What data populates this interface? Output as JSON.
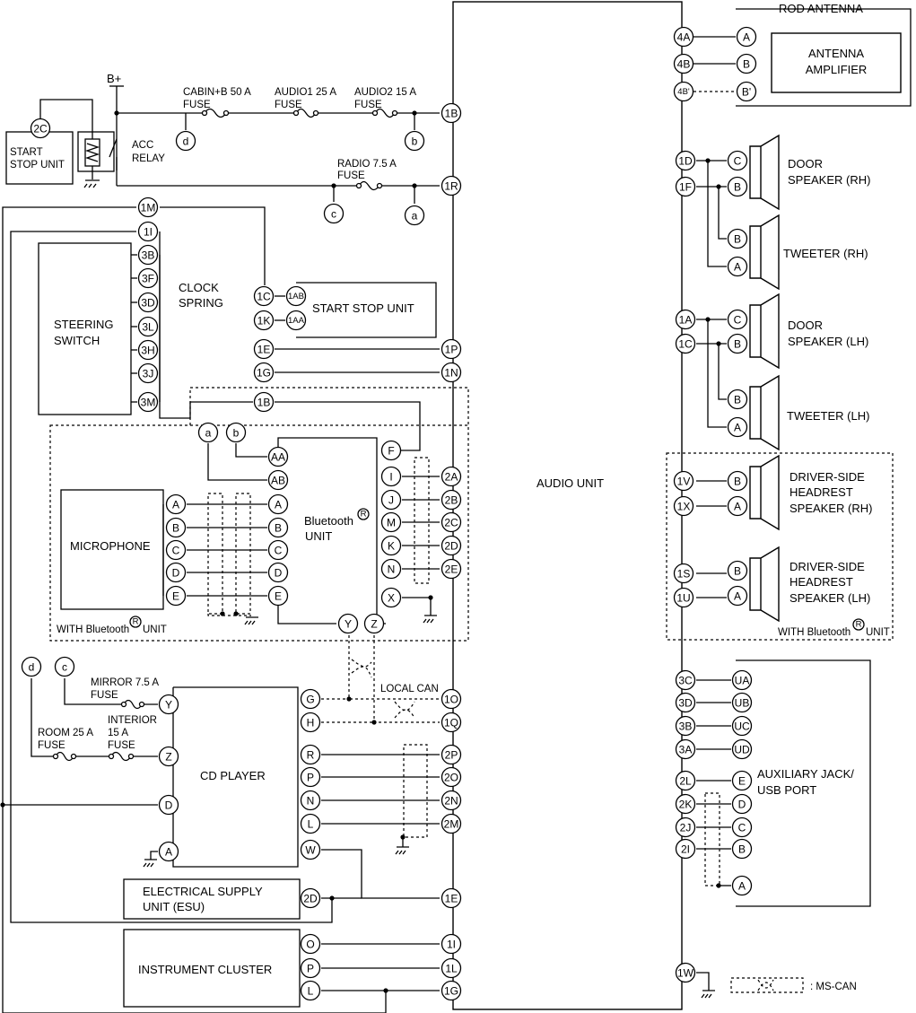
{
  "power": {
    "bplus": "B+"
  },
  "components": {
    "audio_unit": "AUDIO UNIT",
    "rod_antenna": "ROD ANTENNA",
    "antenna_amp": [
      "ANTENNA",
      "AMPLIFIER"
    ],
    "start_stop_left": [
      "START",
      "STOP UNIT"
    ],
    "acc_relay": [
      "ACC",
      "RELAY"
    ],
    "clock_spring": [
      "CLOCK",
      "SPRING"
    ],
    "steering_switch": [
      "STEERING",
      "SWITCH"
    ],
    "start_stop_unit": "START STOP UNIT",
    "microphone": "MICROPHONE",
    "bluetooth_unit": [
      "Bluetooth",
      "UNIT"
    ],
    "registered": "R",
    "with_bt_left": "WITH Bluetooth",
    "with_bt_left_tail": "UNIT",
    "with_bt_right": "WITH Bluetooth",
    "with_bt_right_tail": "UNIT",
    "door_speaker_rh": [
      "DOOR",
      "SPEAKER (RH)"
    ],
    "tweeter_rh": "TWEETER (RH)",
    "door_speaker_lh": [
      "DOOR",
      "SPEAKER (LH)"
    ],
    "tweeter_lh": "TWEETER (LH)",
    "headrest_rh": [
      "DRIVER-SIDE",
      "HEADREST",
      "SPEAKER (RH)"
    ],
    "headrest_lh": [
      "DRIVER-SIDE",
      "HEADREST",
      "SPEAKER (LH)"
    ],
    "aux_jack": [
      "AUXILIARY JACK/",
      "USB PORT"
    ],
    "cd_player": "CD PLAYER",
    "esu": [
      "ELECTRICAL SUPPLY",
      "UNIT (ESU)"
    ],
    "instrument_cluster": "INSTRUMENT CLUSTER",
    "local_can": "LOCAL CAN",
    "ms_can_legend": ": MS-CAN"
  },
  "fuses": {
    "cabin": [
      "CABIN+B 50 A",
      "FUSE"
    ],
    "audio1": [
      "AUDIO1 25 A",
      "FUSE"
    ],
    "audio2": [
      "AUDIO2 15 A",
      "FUSE"
    ],
    "radio": [
      "RADIO 7.5 A",
      "FUSE"
    ],
    "mirror": [
      "MIRROR 7.5 A",
      "FUSE"
    ],
    "interior": [
      "INTERIOR",
      "15 A",
      "FUSE"
    ],
    "room": [
      "ROOM 25 A",
      "FUSE"
    ]
  },
  "terminals": {
    "ant_au": [
      "4A",
      "4B",
      "4B'"
    ],
    "ant_amp": [
      "A",
      "B",
      "B'"
    ],
    "au_1b": "1B",
    "au_1r": "1R",
    "au_1p": "1P",
    "au_1n": "1N",
    "au_2": [
      "2A",
      "2B",
      "2C",
      "2D",
      "2E"
    ],
    "au_1o": "1O",
    "au_1q": "1Q",
    "au_2p": [
      "2P",
      "2O",
      "2N",
      "2M"
    ],
    "au_1e": "1E",
    "au_ic": [
      "1I",
      "1L",
      "1G"
    ],
    "au_spk_rh": [
      "1D",
      "1F"
    ],
    "au_spk_lh": [
      "1A",
      "1C"
    ],
    "au_hr_rh": [
      "1V",
      "1X"
    ],
    "au_hr_lh": [
      "1S",
      "1U"
    ],
    "au_aux": [
      "3C",
      "3D",
      "3B",
      "3A",
      "2L",
      "2K",
      "2J",
      "2I"
    ],
    "au_1w": "1W",
    "spk_door_rh": [
      "C",
      "B"
    ],
    "spk_tw_rh": [
      "B",
      "A"
    ],
    "spk_door_lh": [
      "C",
      "B"
    ],
    "spk_tw_lh": [
      "B",
      "A"
    ],
    "spk_hr_rh": [
      "B",
      "A"
    ],
    "spk_hr_lh": [
      "B",
      "A"
    ],
    "aux": [
      "UA",
      "UB",
      "UC",
      "UD",
      "E",
      "D",
      "C",
      "B",
      "A"
    ],
    "start_stop": "2C",
    "cs_top": [
      "1M",
      "1I"
    ],
    "sw": [
      "3B",
      "3F",
      "3D",
      "3L",
      "3H",
      "3J",
      "3M"
    ],
    "cs_right": [
      "1C",
      "1K",
      "1E",
      "1G",
      "1B"
    ],
    "ssu": [
      "1AB",
      "1AA"
    ],
    "bt_ab": [
      "AA",
      "AB"
    ],
    "bt_mic": [
      "A",
      "B",
      "C",
      "D",
      "E"
    ],
    "bt_right": [
      "F",
      "I",
      "J",
      "M",
      "K",
      "N",
      "X"
    ],
    "bt_bottom": [
      "Y",
      "Z"
    ],
    "mic": [
      "A",
      "B",
      "C",
      "D",
      "E"
    ],
    "cd_left": [
      "Y",
      "Z",
      "D",
      "A"
    ],
    "cd_right": [
      "G",
      "H",
      "R",
      "P",
      "N",
      "L",
      "W"
    ],
    "esu": "2D",
    "ic": [
      "O",
      "P",
      "L"
    ],
    "refs": {
      "a": "a",
      "b": "b",
      "c": "c",
      "d": "d"
    }
  }
}
